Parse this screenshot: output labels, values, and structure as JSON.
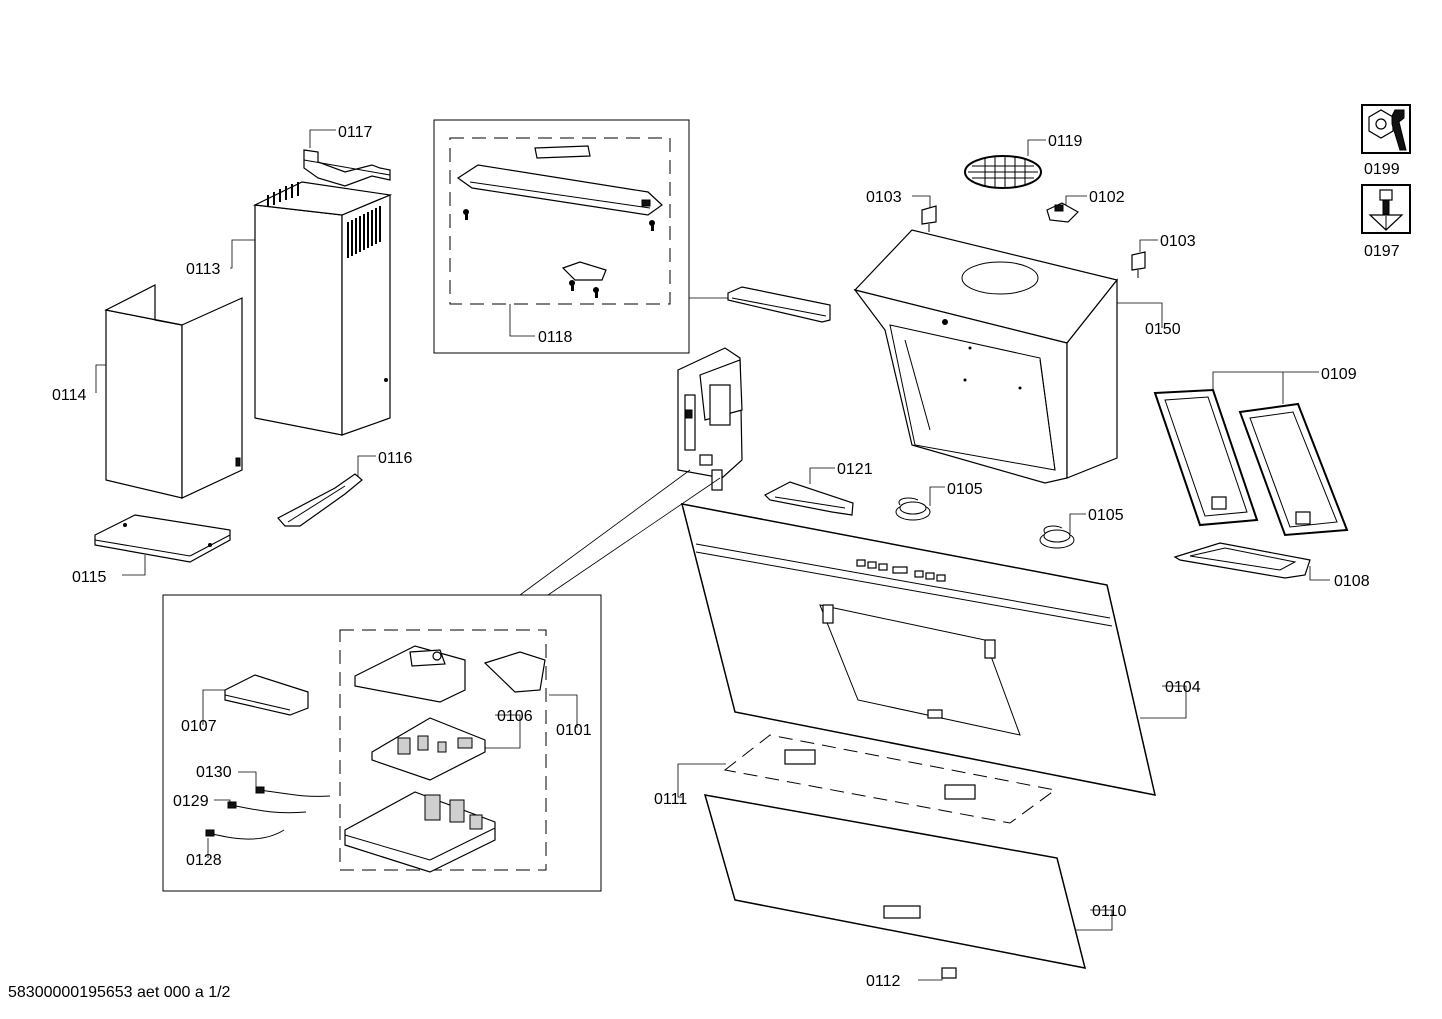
{
  "drawing_id": "58300000195653 aet 000 a 1/2",
  "callouts": {
    "c0117": "0117",
    "c0113": "0113",
    "c0114": "0114",
    "c0115": "0115",
    "c0116": "0116",
    "c0118": "0118",
    "c0119": "0119",
    "c0103a": "0103",
    "c0102": "0102",
    "c0103b": "0103",
    "c0150": "0150",
    "c0109": "0109",
    "c0121": "0121",
    "c0105a": "0105",
    "c0105b": "0105",
    "c0108": "0108",
    "c0104": "0104",
    "c0111": "0111",
    "c0110": "0110",
    "c0112": "0112",
    "c0107": "0107",
    "c0106": "0106",
    "c0101": "0101",
    "c0130": "0130",
    "c0129": "0129",
    "c0128": "0128",
    "c0199": "0199",
    "c0197": "0197"
  },
  "icons": {
    "tool_wrench": "wrench-nut-icon",
    "tool_screwdriver": "screwdriver-icon"
  }
}
